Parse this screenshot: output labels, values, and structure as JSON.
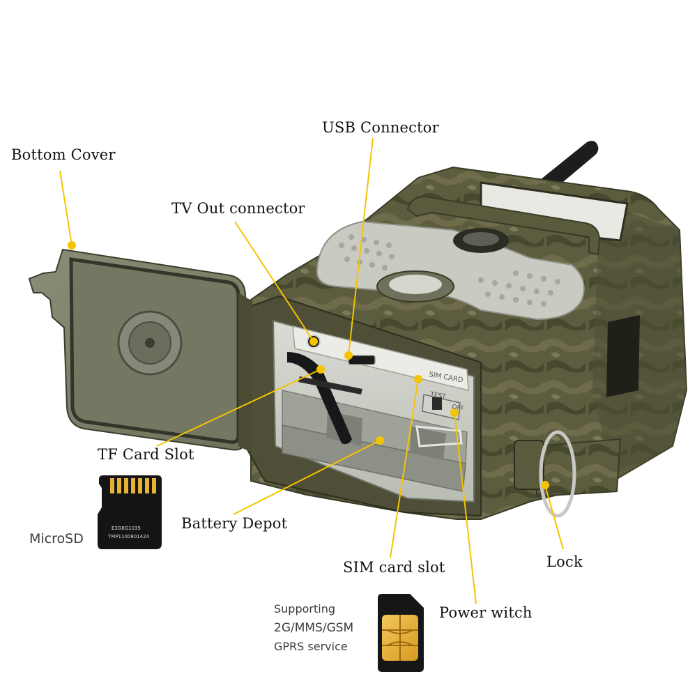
{
  "labels": {
    "bottom_cover": "Bottom Cover",
    "usb_connector": "USB Connector",
    "tv_out": "TV Out connector",
    "tf_card_slot": "TF Card Slot",
    "battery_depot": "Battery Depot",
    "sim_card_slot": "SIM card slot",
    "power_switch": "Power witch",
    "lock": "Lock"
  },
  "microsd": {
    "caption": "MicroSD",
    "chip_line1": "E3G8G1035",
    "chip_line2": "TMP1100801424"
  },
  "sim_info": {
    "line1": "Supporting",
    "line2": "2G/MMS/GSM",
    "line3": "GPRS service"
  },
  "device_print": {
    "sim_card": "SIM CARD",
    "test": "TEST",
    "off": "OFF"
  },
  "colors": {
    "leader": "#f5c400",
    "camo_dark": "#4a4c33",
    "camo_mid": "#6b6a4a",
    "cover_grey": "#7c8068",
    "sim_gold": "#e8b43a"
  }
}
